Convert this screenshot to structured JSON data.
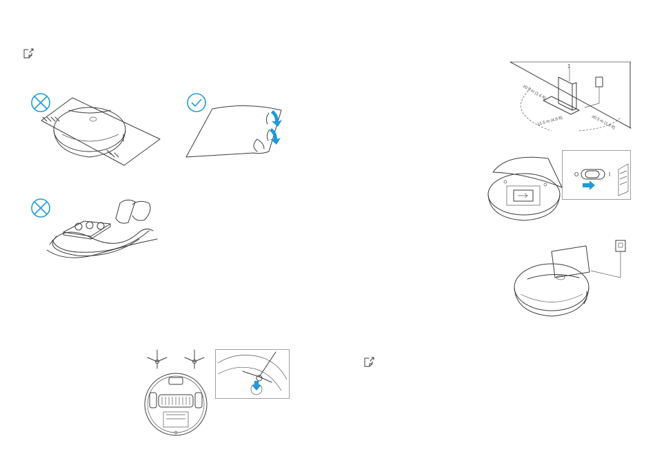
{
  "manual": {
    "notes": {
      "top_note_icon": "note-icon",
      "bottom_note_icon": "note-icon"
    },
    "symbols": {
      "prohibited": "cross-circle-icon",
      "correct": "check-circle-icon",
      "accent_color": "#1f9ad6"
    },
    "dock_clearance": {
      "front": "≥1.5 m (4.9 ft)",
      "left": "≥0.5 m (1.6 ft)",
      "right": "≥0.5 m (1.6 ft)",
      "callout_number": "1"
    },
    "switch_labels": {
      "off": "O",
      "on": "I"
    }
  }
}
